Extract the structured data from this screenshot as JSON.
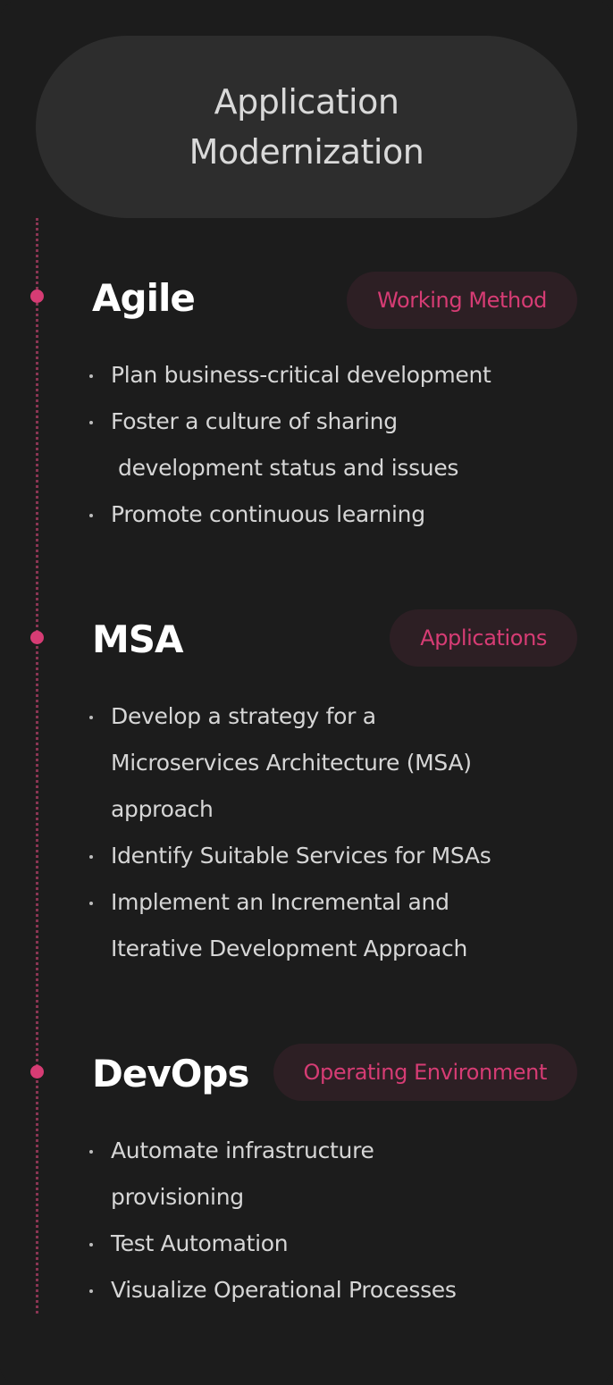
{
  "header": {
    "title_line1": "Application",
    "title_line2": "Modernization"
  },
  "sections": [
    {
      "title": "Agile",
      "tag": "Working Method",
      "bullets": [
        [
          "Plan business-critical development"
        ],
        [
          "Foster a culture of sharing",
          "development status and issues"
        ],
        [
          "Promote continuous learning"
        ]
      ]
    },
    {
      "title": "MSA",
      "tag": "Applications",
      "bullets": [
        [
          "Develop a strategy for a",
          "Microservices Architecture (MSA)",
          "approach"
        ],
        [
          "Identify Suitable Services for MSAs"
        ],
        [
          "Implement an Incremental and",
          "Iterative Development Approach"
        ]
      ]
    },
    {
      "title": "DevOps",
      "tag": "Operating Environment",
      "bullets": [
        [
          "Automate infrastructure",
          "provisioning"
        ],
        [
          "Test Automation"
        ],
        [
          "Visualize Operational Processes"
        ]
      ]
    }
  ],
  "colors": {
    "accent": "#d63c74",
    "background": "#1c1c1c",
    "pill": "#2d2d2d",
    "tag_bg": "#2d1f24"
  }
}
